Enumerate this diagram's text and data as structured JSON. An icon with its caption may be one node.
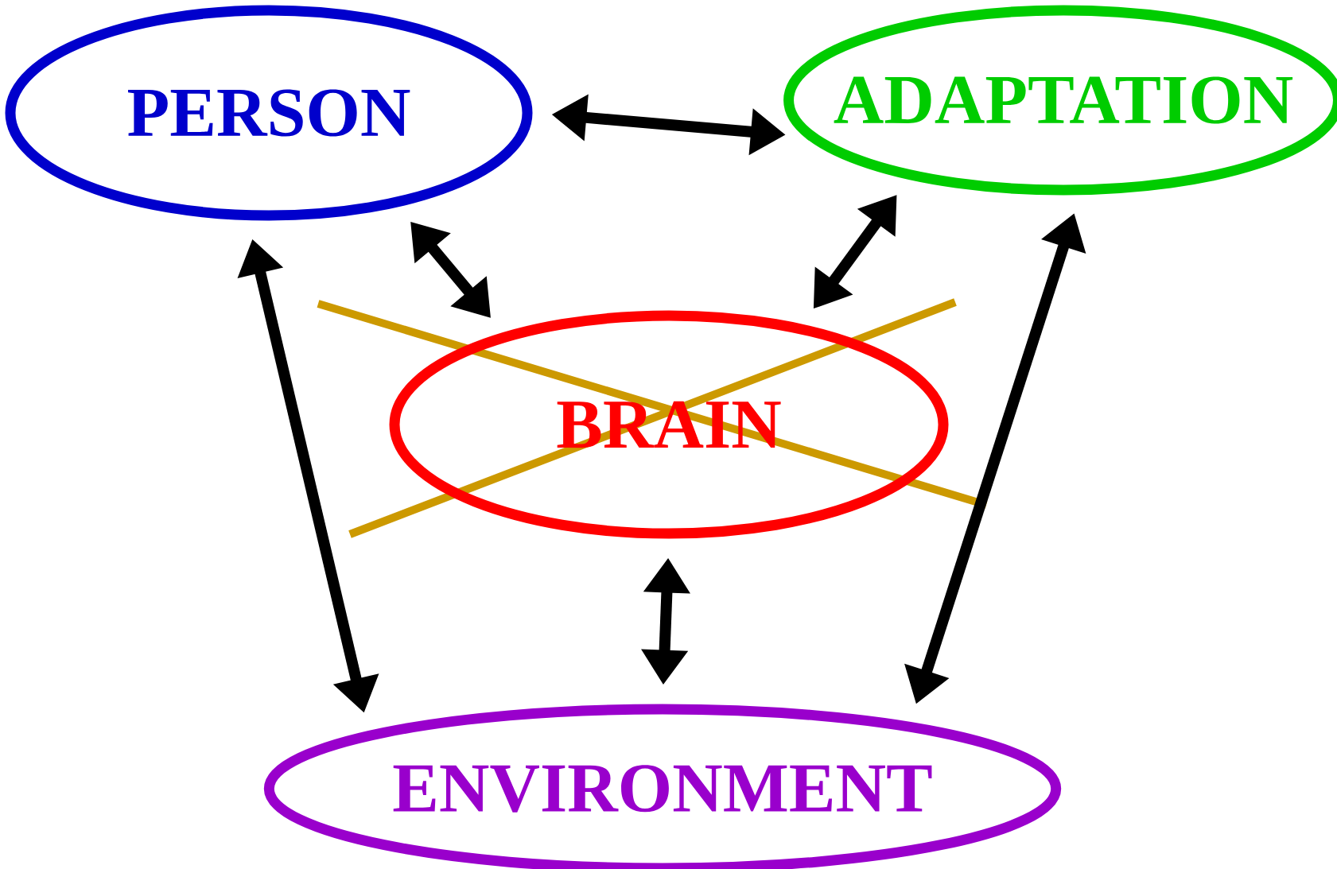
{
  "diagram": {
    "nodes": [
      {
        "text": [
          "PERSON"
        ]
      },
      {
        "text": [
          "ADAPTATION"
        ]
      },
      {
        "text": [
          "BRAIN"
        ]
      },
      {
        "text": [
          "ENVIRONMENT"
        ]
      }
    ],
    "edges": [
      {
        "from": 0,
        "to": 1,
        "arrow": "both"
      },
      {
        "from": 0,
        "to": 2,
        "arrow": "both"
      },
      {
        "from": 1,
        "to": 2,
        "arrow": "both"
      },
      {
        "from": 0,
        "to": 3,
        "arrow": "both"
      },
      {
        "from": 2,
        "to": 3,
        "arrow": "both"
      },
      {
        "from": 1,
        "to": 3,
        "arrow": "both"
      }
    ]
  }
}
